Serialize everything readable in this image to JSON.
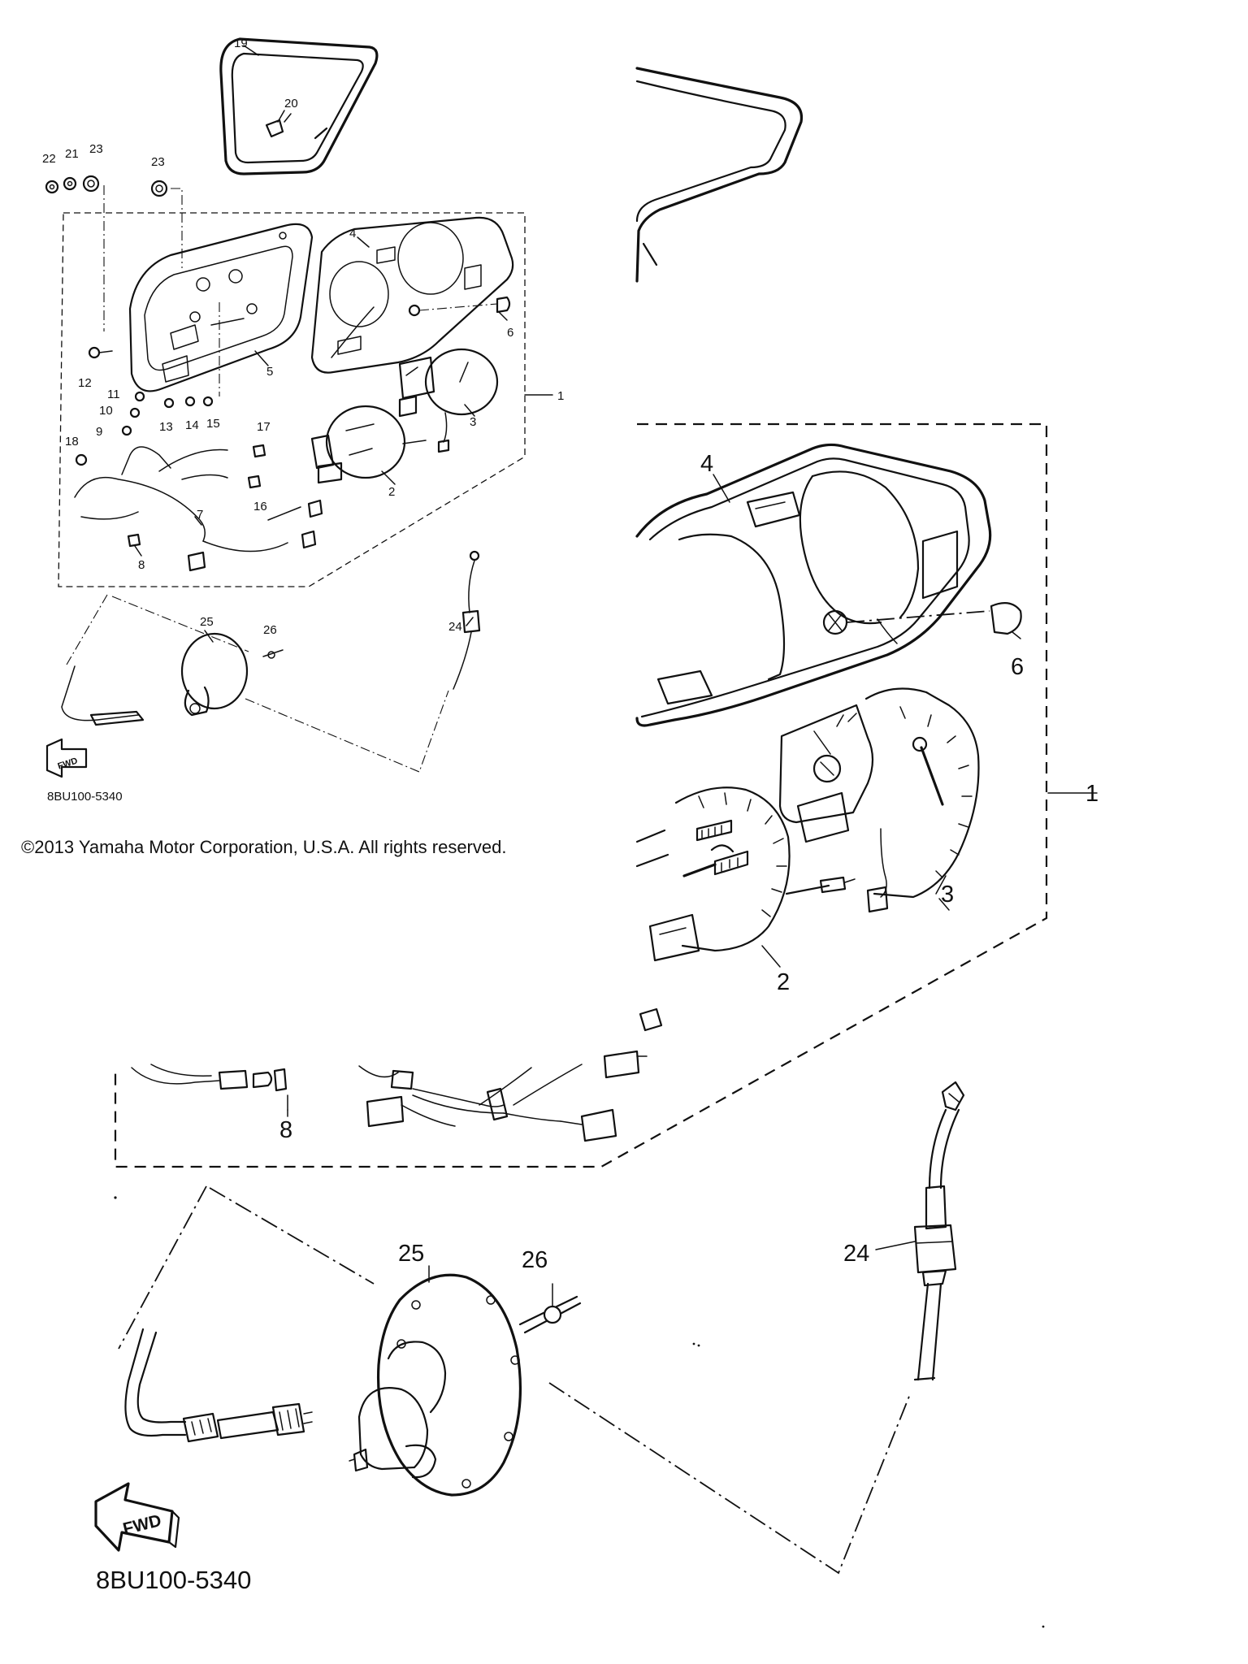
{
  "copyright": "©2013 Yamaha Motor Corporation, U.S.A. All rights reserved.",
  "diagram_code_small": "8BU100-5340",
  "diagram_code_large": "8BU100-5340",
  "arrow_label": "FWD",
  "overview_callouts": {
    "c1": "1",
    "c2": "2",
    "c3": "3",
    "c4": "4",
    "c5": "5",
    "c6": "6",
    "c7": "7",
    "c8": "8",
    "c9": "9",
    "c10": "10",
    "c11": "11",
    "c12": "12",
    "c13": "13",
    "c14": "14",
    "c15": "15",
    "c16": "16",
    "c17": "17",
    "c18": "18",
    "c19": "19",
    "c20": "20",
    "c21": "21",
    "c22": "22",
    "c23a": "23",
    "c23b": "23",
    "c24": "24",
    "c25": "25",
    "c26": "26"
  },
  "detail_callouts": {
    "c1": "1",
    "c2": "2",
    "c3": "3",
    "c4": "4",
    "c6": "6",
    "c8": "8",
    "c24": "24",
    "c25": "25",
    "c26": "26"
  }
}
